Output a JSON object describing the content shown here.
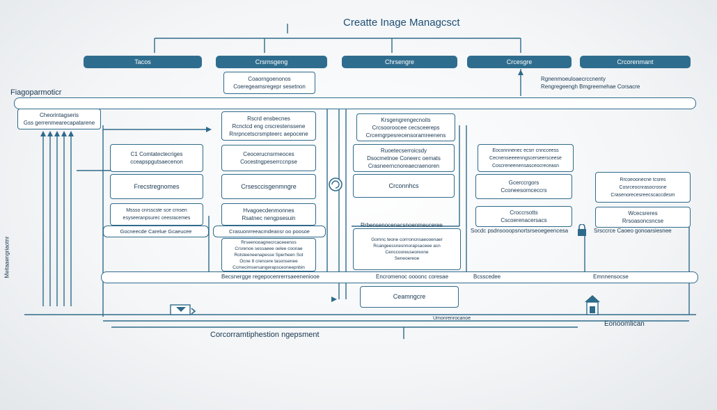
{
  "title": "Creatte Inage Managcsct",
  "top_labels": [
    "Tacos",
    "Crsrnsgeng",
    "Chrsengre",
    "Crcesgre",
    "Crcorenmant"
  ],
  "left_title": "Fiagoparmoticr",
  "vertical_label": "Meitaaengriaotnr",
  "bottom_label": "Corcorramtiphestion ngepsment",
  "right_bottom_label": "Eonoomlican",
  "top_note": "Coaorngoenonos\nCoeregeamsregepr sesetnon",
  "top_right_note": "Rgnenmoeuloaecrccnenty\nRengregeengh Bmgreemehae Corsacre",
  "left_side_box": "Cheorintagseris\nGss gerrenmearecapatarene",
  "col1": [
    "C1 Comtatectecriges\ncceapspgutsaecenon",
    "Frecstregnomes",
    "Mssso cnrsscste sce crnsen\nesyseeranpsurec ceesracemes"
  ],
  "col1_bar": "Gocneecde Carelue Gcaeucee",
  "col2": [
    "Rscrd ensbecnes\nRcnctcd eng crscrestenssene\nRnrpncetscrsmpteerc aepocene",
    "Ceocerucnsrmeoces\nCocestngpeserrccnpse",
    "Crsesccisgenmngre",
    "Hvagoecdenmonnes\nRsatnec nengpsesuin"
  ],
  "col2_bar": "Crasuonrreeacmdeansr oo poosoe",
  "col2_lower": "Rrseenooagnecrcaceeenos\nCrsrenoe sessaeee oelee coonae\nRolsteeneenapesse Sperheen Sot\nOcne 8 crencere tasonsenee\nCcmecimsersangerapsceoneepnbin",
  "col2_bottom_bar": "Becsnergge regepocenrerrsaeeneniooe",
  "col3": [
    "Krsgengrengecnoits\nCrcsooroocee cecsceereps\nCrcemgrpesrecensoramreenens",
    "Ruoetecserroicsdy\nDsocmetnoe Coneerc oemats\nCrasneerncnoreaecraenoren",
    "Crconnhcs"
  ],
  "col3_bar": "Rrbensenocenacsnoenmeuceree",
  "col3_lower": "Gomnc teone corrroncnsaeooenaer\nRcangeessnesnnorapsaceee acn\nCenccooreuseoreone\nSeneoereoe",
  "col3_bottom_bar": "Encromenoc oooonc coresae",
  "col3_bottom_box": "Ceamngcre",
  "col4": [
    "Eoconnnenec ecsrr cnncceess\nCecnenseeeenngscerseersceese\nCoscreneenensasceocreceasn",
    "Gcerccrgors\nCconeesornceccrs",
    "Croccrsotts\nCscoerenacersacs"
  ],
  "col4_bar": "Socdc psdnsooopsnortsrseoegeencesa",
  "col4_bottom": "Bcsscedee",
  "col5": [
    "Rrcoeoonecne tcsres\nCosrceocnrasocrosne\nCrasenorecesreecscaccdesm",
    "Wcecsreres\nRrsoasoncsncse"
  ],
  "col5_bar": "Srsccrce Caoeo gonoarsiesnee",
  "col5_bottom": "Emnnensocse",
  "bottom_mid_label": "Umonrenrocanoe",
  "colors": {
    "accent": "#2f6d8e",
    "line": "#2e6a8a",
    "text": "#17364f"
  }
}
